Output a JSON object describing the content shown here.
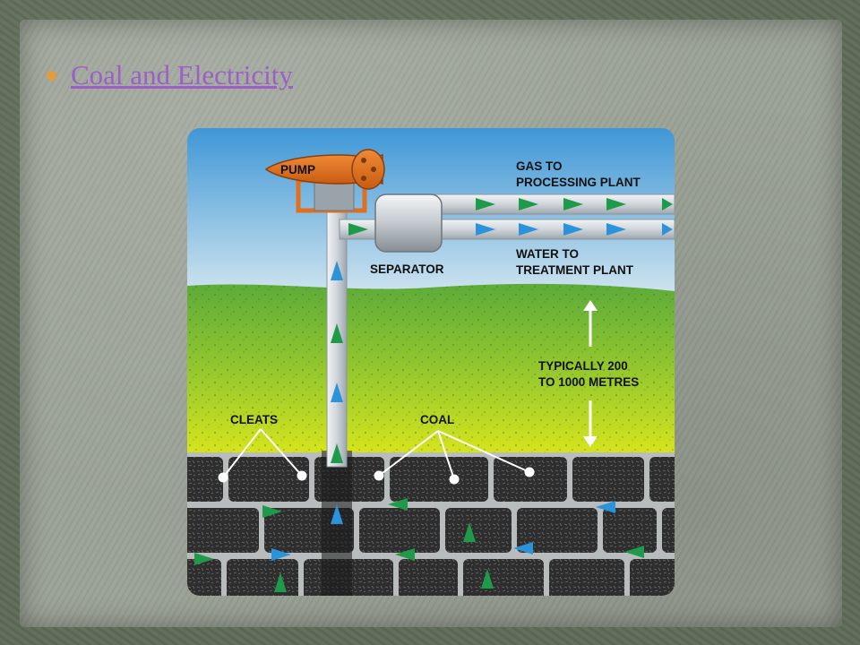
{
  "slide": {
    "bullet_text": "Coal and Electricity"
  },
  "diagram": {
    "labels": {
      "pump": "PUMP",
      "gas_line1": "GAS TO",
      "gas_line2": "PROCESSING PLANT",
      "separator": "SEPARATOR",
      "water_line1": "WATER TO",
      "water_line2": "TREATMENT PLANT",
      "depth_line1": "TYPICALLY 200",
      "depth_line2": "TO 1000 METRES",
      "cleats": "CLEATS",
      "coal": "COAL"
    },
    "colors": {
      "sky_top": "#3f97d6",
      "sky_bottom": "#c8e0ee",
      "ground_top": "#5dab3a",
      "ground_bottom": "#d9e51d",
      "pump": "#e0701f",
      "gas_arrow": "#1f9a4a",
      "water_arrow": "#2a93d9",
      "coal": "#2a2a2a"
    },
    "icons": [
      "pump-icon",
      "separator-tank-icon",
      "gas-flow-arrow-icon",
      "water-flow-arrow-icon",
      "depth-arrow-icon"
    ]
  }
}
